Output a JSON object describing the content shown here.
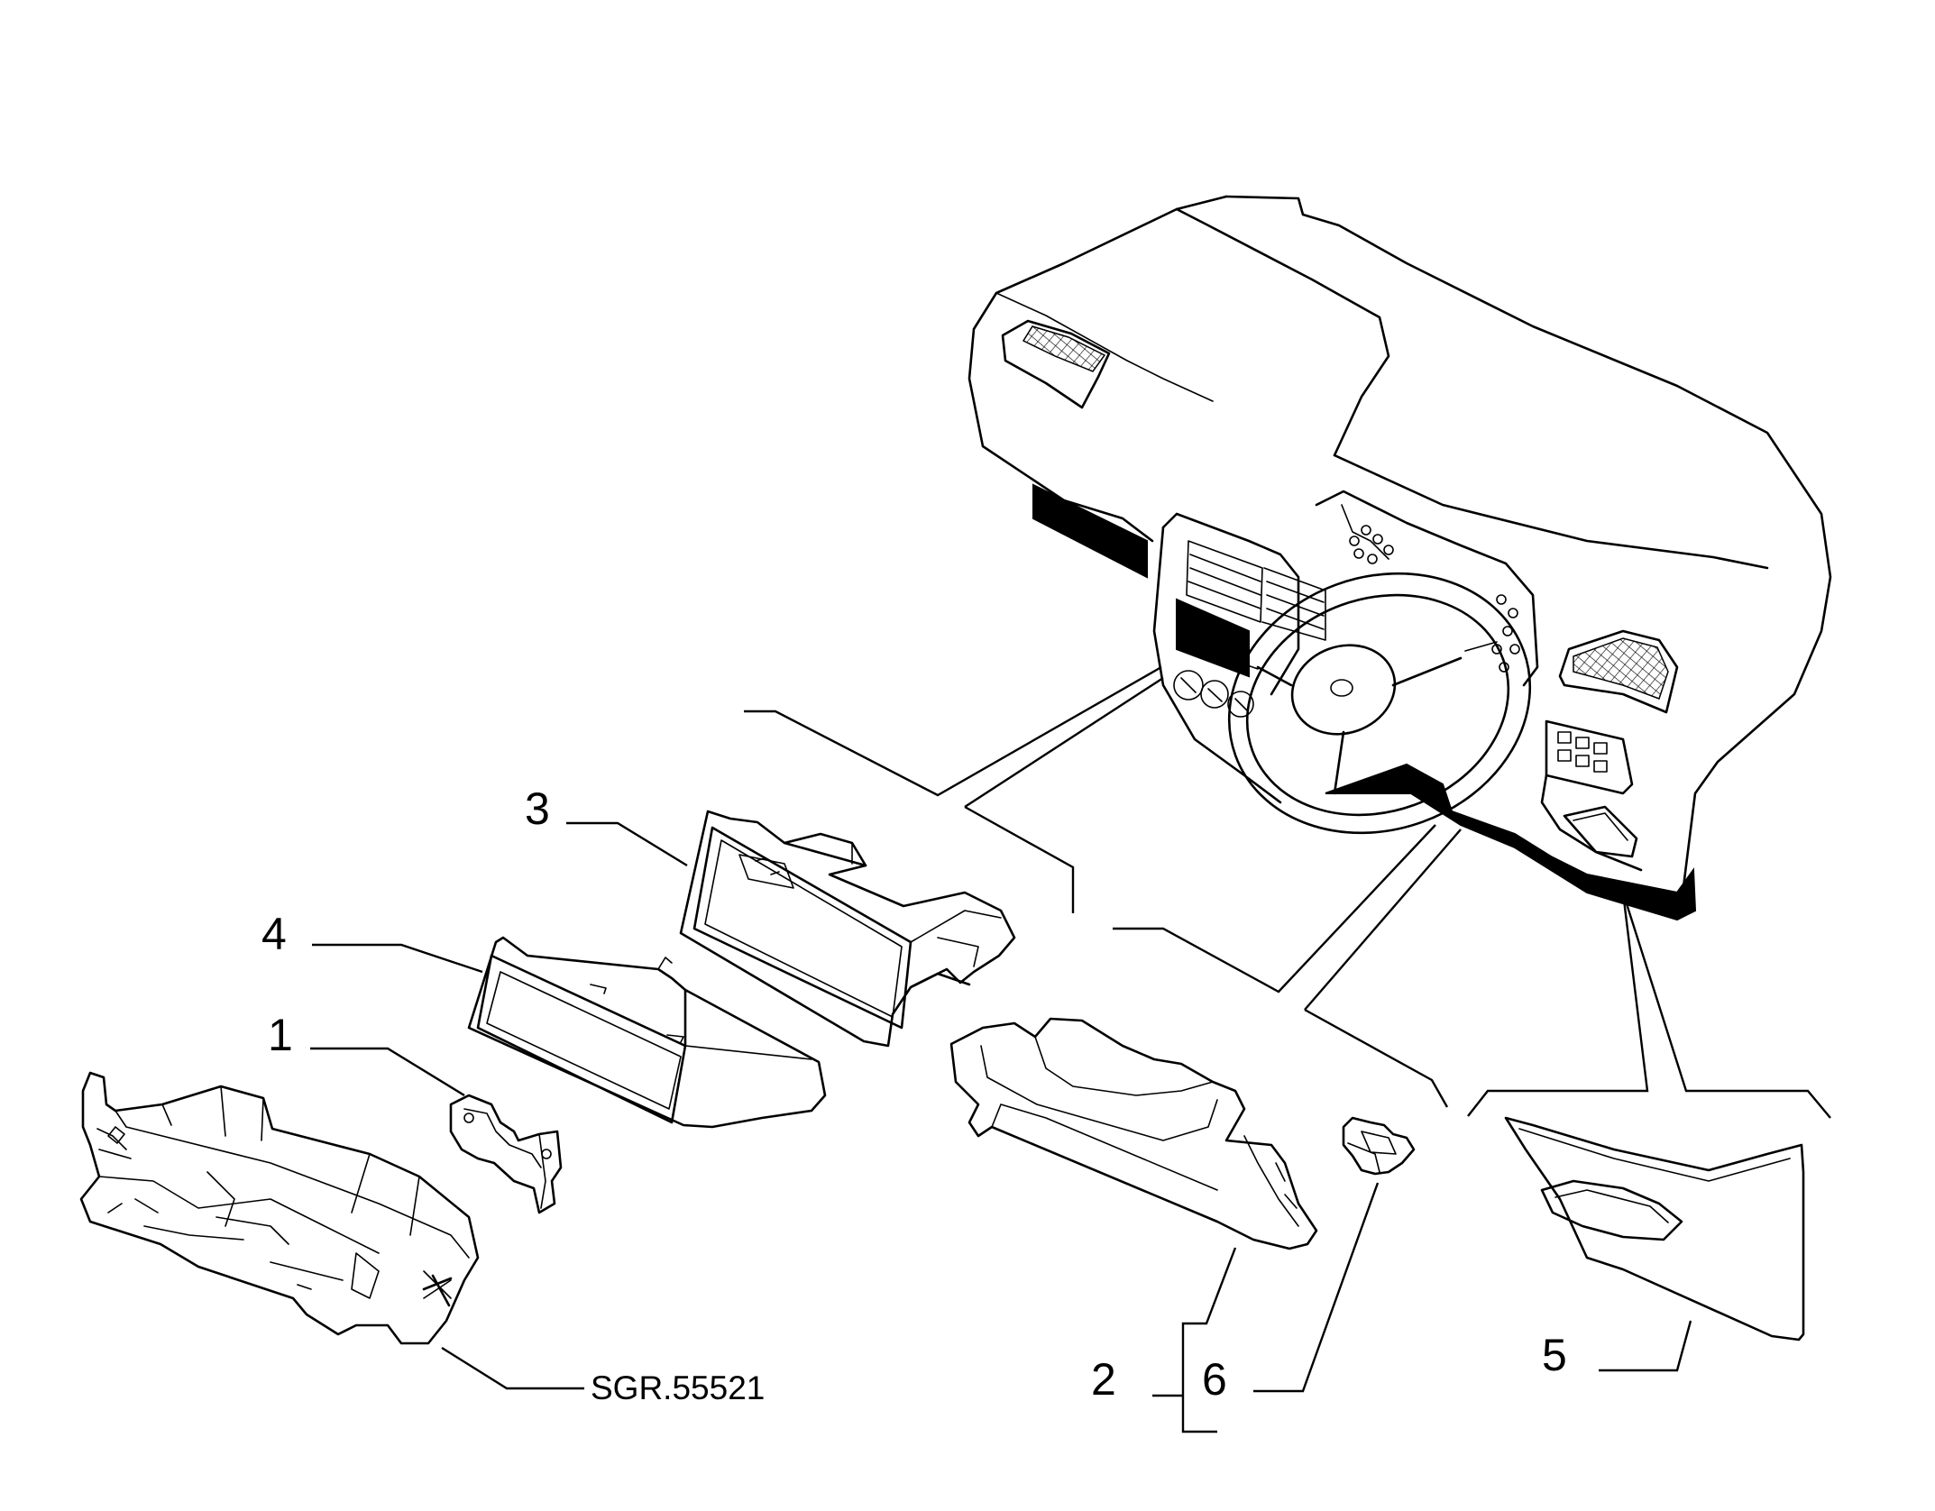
{
  "labels": {
    "part_1": "1",
    "part_2": "2",
    "part_3": "3",
    "part_4": "4",
    "part_5": "5",
    "part_6": "6"
  },
  "drawing_code": "SGR.55521"
}
